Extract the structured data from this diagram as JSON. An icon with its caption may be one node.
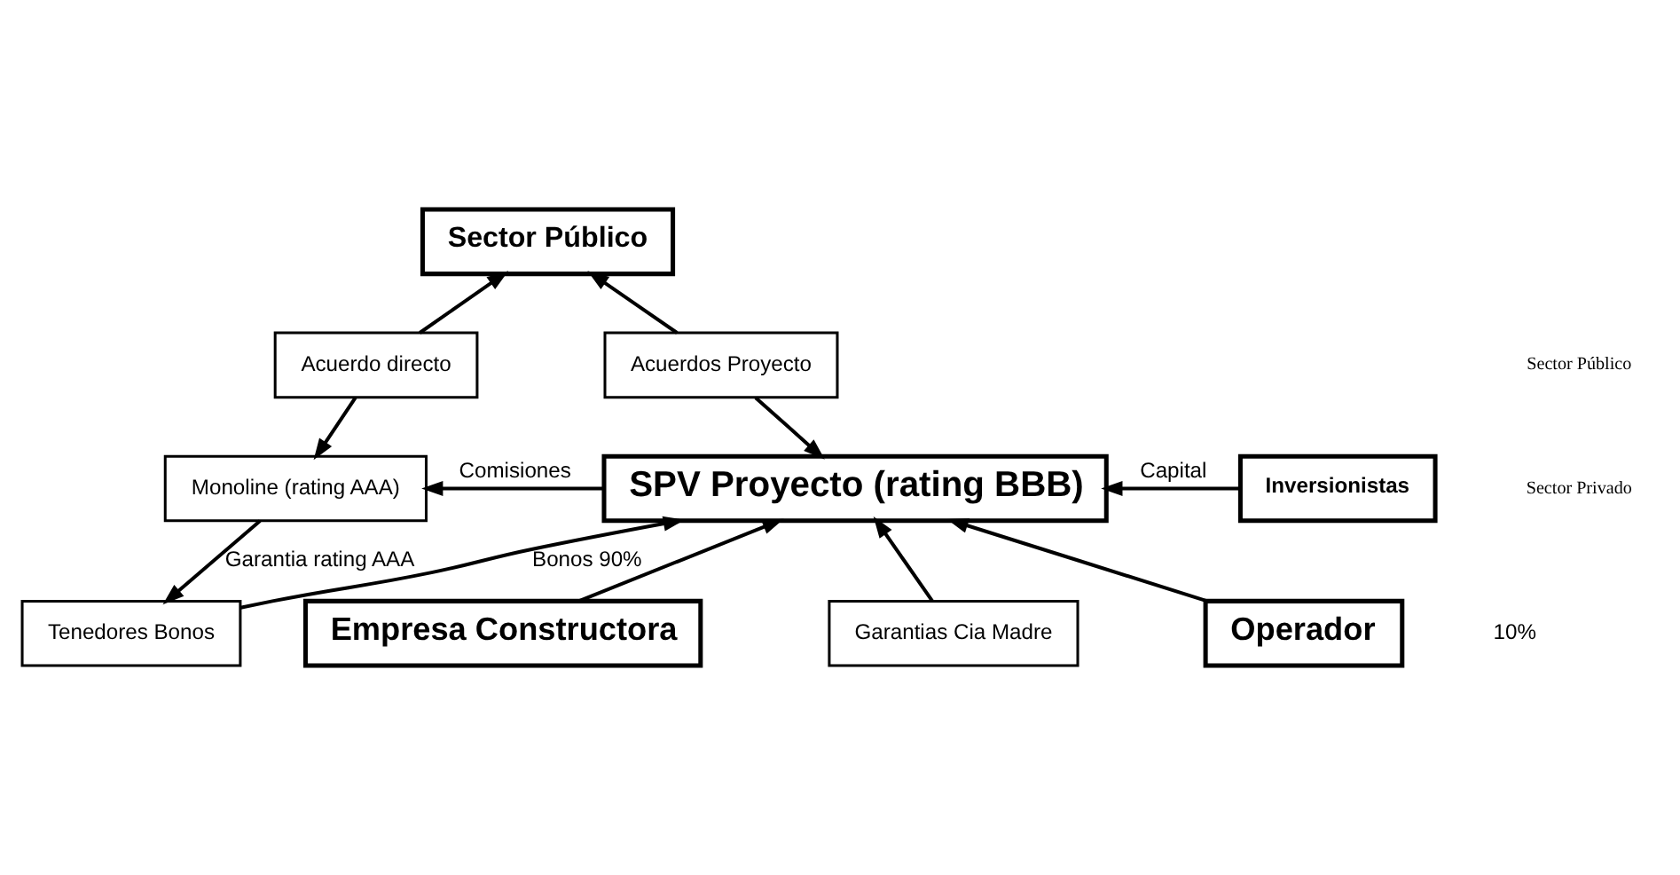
{
  "diagram": {
    "nodes": [
      {
        "text": [
          "Sector Público"
        ]
      },
      {
        "text": [
          "Acuerdo directo"
        ]
      },
      {
        "text": [
          "Acuerdos Proyecto"
        ]
      },
      {
        "text": [
          "Monoline (rating AAA)"
        ]
      },
      {
        "text": [
          "SPV Proyecto (rating BBB)"
        ]
      },
      {
        "text": [
          "Inversionistas"
        ]
      },
      {
        "text": [
          "Tenedores Bonos"
        ]
      },
      {
        "text": [
          "Empresa Constructora"
        ]
      },
      {
        "text": [
          "Garantias Cia Madre"
        ]
      },
      {
        "text": [
          "Operador"
        ]
      }
    ],
    "edges": [
      {
        "from": 1,
        "to": 0,
        "arrow": "to"
      },
      {
        "from": 2,
        "to": 0,
        "arrow": "to"
      },
      {
        "from": 2,
        "to": 4,
        "arrow": "to"
      },
      {
        "from": 1,
        "to": 3,
        "arrow": "to"
      },
      {
        "from": 4,
        "to": 3,
        "label": "Comisiones",
        "arrow": "to"
      },
      {
        "from": 5,
        "to": 4,
        "label": "Capital",
        "arrow": "to"
      },
      {
        "from": 3,
        "to": 6,
        "label": "Garantia rating AAA",
        "arrow": "to"
      },
      {
        "from": 6,
        "to": 4,
        "label": "Bonos 90%",
        "arrow": "to"
      },
      {
        "from": 7,
        "to": 4,
        "arrow": "to"
      },
      {
        "from": 8,
        "to": 4,
        "arrow": "to"
      },
      {
        "from": 9,
        "to": 4,
        "arrow": "to"
      }
    ],
    "labels": [
      "Sector Público",
      "Sector Privado",
      "10%"
    ]
  }
}
